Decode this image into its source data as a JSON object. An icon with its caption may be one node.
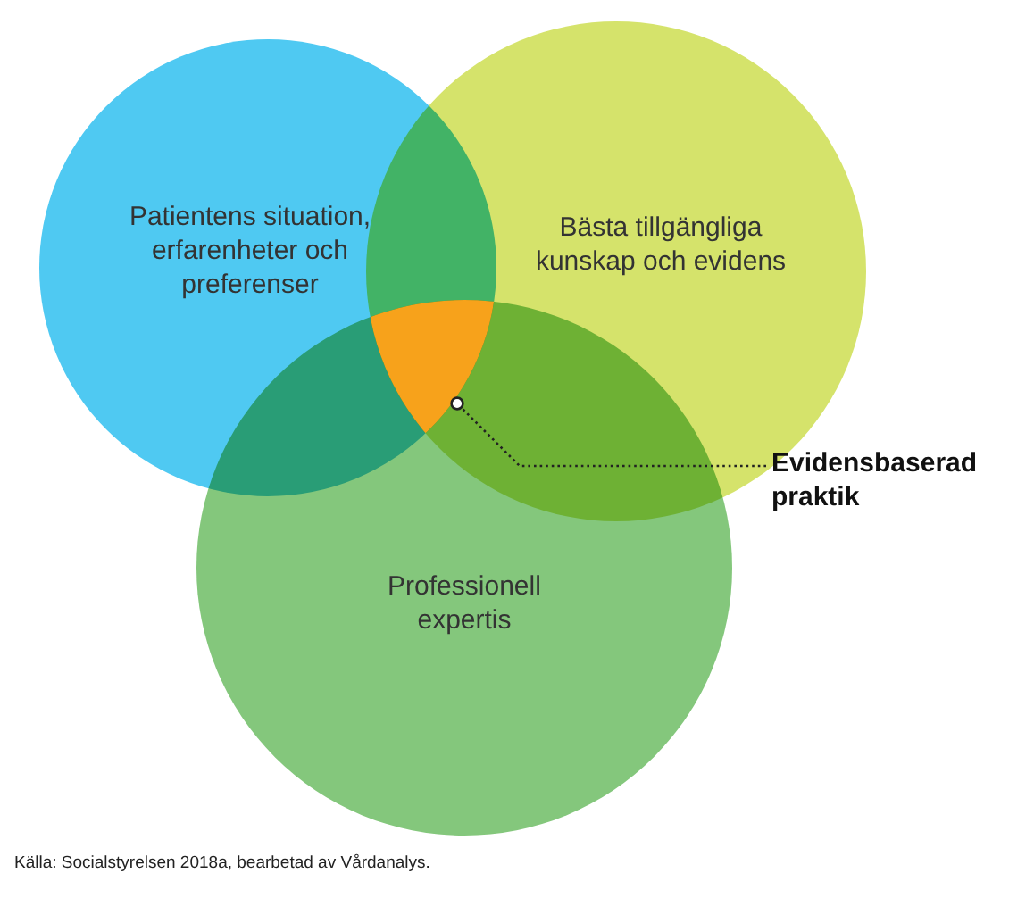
{
  "diagram": {
    "caption": "Källa: Socialstyrelsen 2018a, bearbetad av Vårdanalys.",
    "nodes": [
      {
        "text": [
          "Patientens situation, erfarenheter och preferenser"
        ]
      },
      {
        "text": [
          "Bästa tillgängliga kunskap och evidens"
        ]
      },
      {
        "text": [
          "Professionell expertis"
        ]
      },
      {
        "text": [],
        "shape": "triangle"
      },
      {
        "text": [
          "Evidensbaserad praktik"
        ]
      }
    ],
    "edges": [
      {
        "from": 4,
        "to": 3,
        "arrow": "other",
        "style": "dashed"
      }
    ]
  }
}
